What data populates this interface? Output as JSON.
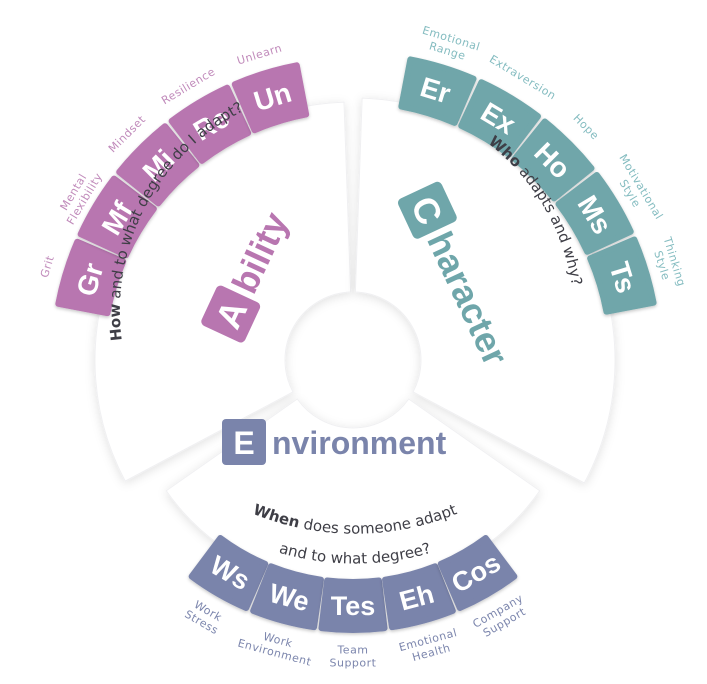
{
  "colors": {
    "ability": "#b876b0",
    "character": "#6fa6aa",
    "environment": "#7a84ab",
    "ability_label": "#c18bbb",
    "character_label": "#84bcc0",
    "environment_label": "#7c86ad",
    "sector": "#ffffff",
    "text": "#3e3e46"
  },
  "ability": {
    "letter": "A",
    "rest": "bility",
    "question": {
      "strong": "How",
      "rest": " and to what degree do I adapt?"
    },
    "tiles": [
      {
        "abbr": "Gr",
        "label": [
          "Grit"
        ]
      },
      {
        "abbr": "Mf",
        "label": [
          "Mental",
          "Flexibility"
        ]
      },
      {
        "abbr": "Mi",
        "label": [
          "Mindset"
        ]
      },
      {
        "abbr": "Re",
        "label": [
          "Resilience"
        ]
      },
      {
        "abbr": "Un",
        "label": [
          "Unlearn"
        ]
      }
    ]
  },
  "character": {
    "letter": "C",
    "rest": "haracter",
    "question": {
      "strong": "Who",
      "rest": " adapts and why?"
    },
    "tiles": [
      {
        "abbr": "Er",
        "label": [
          "Emotional",
          "Range"
        ]
      },
      {
        "abbr": "Ex",
        "label": [
          "Extraversion"
        ]
      },
      {
        "abbr": "Ho",
        "label": [
          "Hope"
        ]
      },
      {
        "abbr": "Ms",
        "label": [
          "Motivational",
          "Style"
        ]
      },
      {
        "abbr": "Ts",
        "label": [
          "Thinking",
          "Style"
        ]
      }
    ]
  },
  "environment": {
    "letter": "E",
    "rest": "nvironment",
    "question": {
      "strong": "When",
      "rest": " does someone adapt",
      "line2": "and to what degree?"
    },
    "tiles": [
      {
        "abbr": "Ws",
        "label": [
          "Work",
          "Stress"
        ]
      },
      {
        "abbr": "We",
        "label": [
          "Work",
          "Environment"
        ]
      },
      {
        "abbr": "Tes",
        "label": [
          "Team",
          "Support"
        ]
      },
      {
        "abbr": "Eh",
        "label": [
          "Emotional",
          "Health"
        ]
      },
      {
        "abbr": "Cos",
        "label": [
          "Company",
          "Support"
        ]
      }
    ]
  }
}
